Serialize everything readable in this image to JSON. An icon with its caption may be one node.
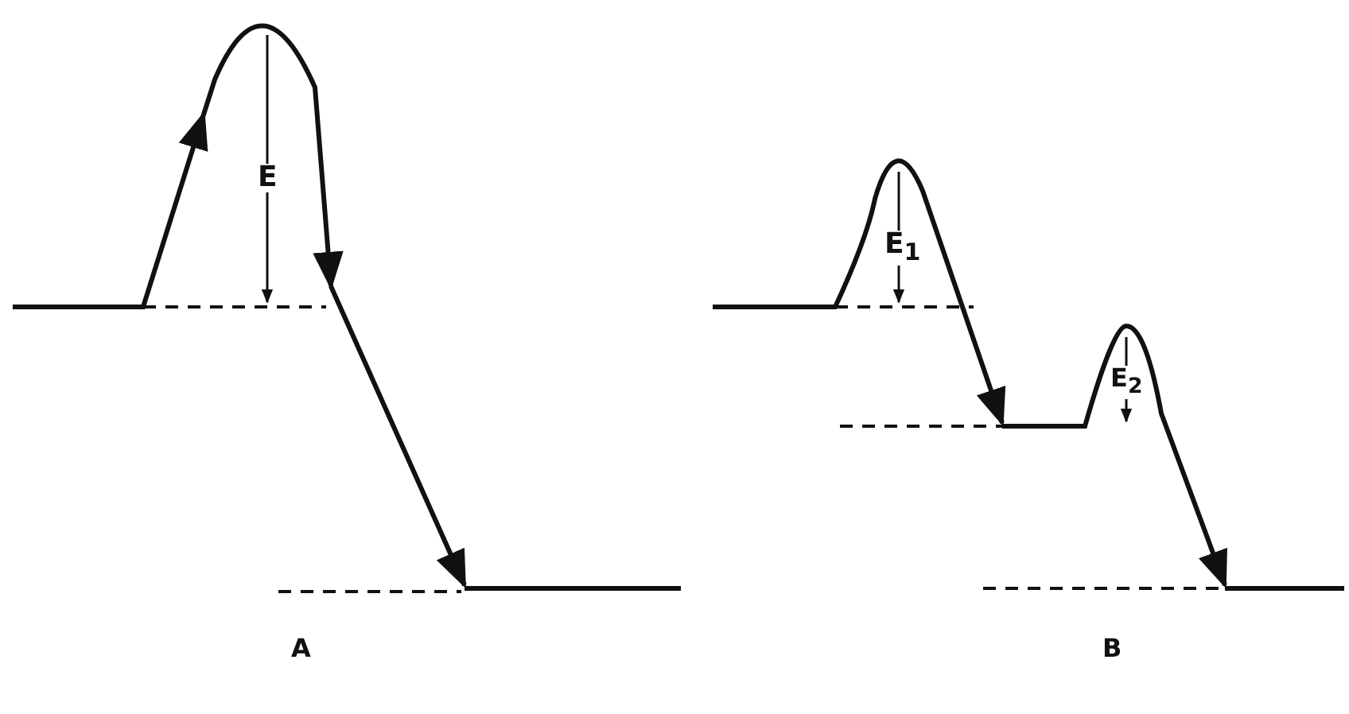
{
  "diagram": {
    "labels": [
      "E",
      "E$_{1}$",
      "E$_{2}$",
      "A",
      "B"
    ]
  }
}
